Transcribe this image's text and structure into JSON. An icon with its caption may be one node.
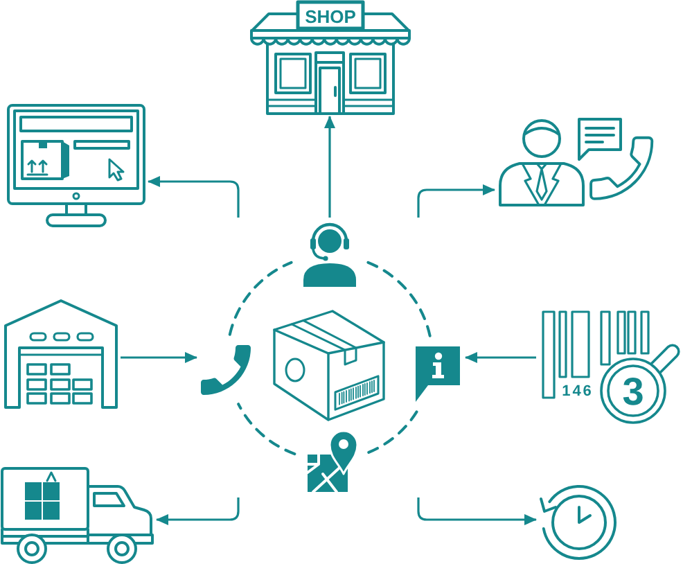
{
  "diagram": {
    "nodes": [
      {
        "text": [
          "SHOP"
        ]
      },
      {
        "text": [],
        "shape": "picture"
      },
      {
        "text": [],
        "shape": "picture"
      },
      {
        "text": [],
        "shape": "picture"
      },
      {
        "text": [],
        "shape": "circle"
      },
      {
        "text": [],
        "shape": "picture",
        "in": 4
      },
      {
        "text": [],
        "shape": "picture",
        "in": 4
      },
      {
        "text": [],
        "shape": "picture",
        "in": 4
      },
      {
        "text": [],
        "shape": "picture",
        "in": 4
      },
      {
        "text": [],
        "shape": "picture",
        "in": 4
      },
      {
        "text": [
          "146",
          "3"
        ]
      },
      {
        "text": [],
        "shape": "picture"
      },
      {
        "text": [],
        "shape": "picture"
      }
    ],
    "edges": [
      {
        "from": 4,
        "to": 0,
        "arrow": "to"
      },
      {
        "from": 4,
        "to": 1,
        "arrow": "to"
      },
      {
        "from": 4,
        "to": 2,
        "arrow": "to"
      },
      {
        "from": 3,
        "to": 4,
        "arrow": "to"
      },
      {
        "from": 10,
        "to": 4,
        "arrow": "to"
      },
      {
        "from": 4,
        "to": 11,
        "arrow": "to"
      },
      {
        "from": 4,
        "to": 12,
        "arrow": "to"
      }
    ]
  }
}
